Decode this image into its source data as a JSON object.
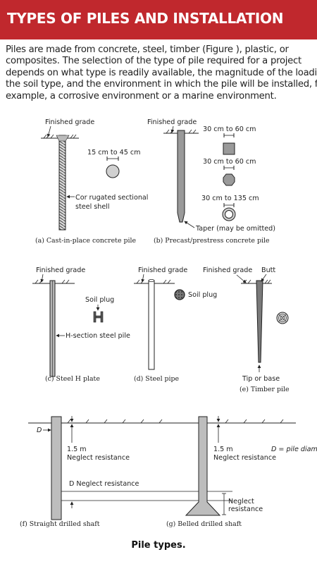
{
  "header": {
    "title": "TYPES OF PILES AND INSTALLATION"
  },
  "intro": {
    "lines": [
      "Piles are made from concrete, steel, timber (Figure ), plastic, or",
      "composites. The selection of the type of pile required for a project",
      "depends on what type is readily available, the magnitude of the loading,",
      "the soil type, and the environment in which the pile will be installed, for",
      "example, a corrosive environment or a marine environment."
    ]
  },
  "figure": {
    "a": {
      "finished_grade": "Finished grade",
      "dim": "15 cm to 45 cm",
      "shell_1": "Cor rugated sectional",
      "shell_2": "steel shell",
      "caption": "(a) Cast-in-place concrete pile"
    },
    "b": {
      "finished_grade": "Finished grade",
      "dim_1": "30 cm to 60 cm",
      "dim_2": "30 cm to 60 cm",
      "dim_3": "30 cm to 135 cm",
      "taper": "Taper (may be omitted)",
      "caption": "(b) Precast/prestress concrete pile"
    },
    "c": {
      "finished_grade": "Finished grade",
      "soil_plug": "Soil plug",
      "h_section": "H-section steel pile",
      "caption": "(c) Steel H plate"
    },
    "d": {
      "finished_grade": "Finished grade",
      "soil_plug": "Soil plug",
      "caption": "(d) Steel pipe"
    },
    "e": {
      "finished_grade": "Finished grade",
      "butt": "Butt",
      "tip": "Tip or base",
      "caption": "(e) Timber pile"
    },
    "f": {
      "d_label": "D",
      "depth": "1.5 m",
      "neglect": "Neglect resistance",
      "d_neglect": "D  Neglect resistance",
      "caption": "(f) Straight drilled shaft"
    },
    "g": {
      "depth": "1.5 m",
      "neglect": "Neglect resistance",
      "neglect_1": "Neglect",
      "neglect_2": "resistance",
      "legend": "D = pile diameter",
      "caption": "(g) Belled drilled shaft"
    }
  },
  "caption": "Pile types.",
  "colors": {
    "header_bg": "#c0282d",
    "header_text": "#ffffff"
  }
}
